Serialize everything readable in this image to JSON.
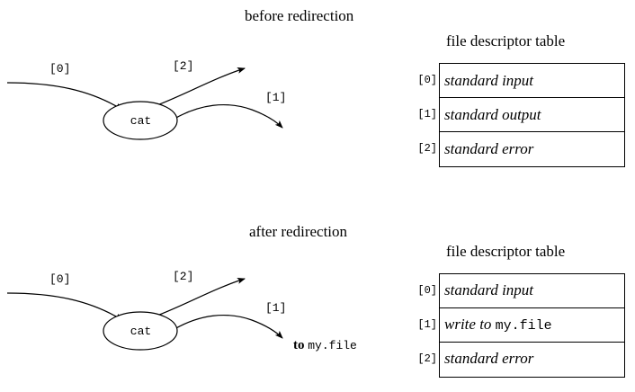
{
  "figure": {
    "title_before": "before redirection",
    "title_after": "after redirection",
    "process_name": "cat"
  },
  "fd_indices": {
    "stdin": "[0]",
    "stdout": "[1]",
    "stderr": "[2]"
  },
  "before": {
    "caption": "file descriptor table",
    "arrow_labels": {
      "stdin": "[0]",
      "stdout": "[1]",
      "stderr": "[2]"
    },
    "rows": [
      {
        "index": "[0]",
        "text": "standard input",
        "mono": ""
      },
      {
        "index": "[1]",
        "text": "standard output",
        "mono": ""
      },
      {
        "index": "[2]",
        "text": "standard error",
        "mono": ""
      }
    ]
  },
  "after": {
    "caption": "file descriptor table",
    "arrow_labels": {
      "stdin": "[0]",
      "stdout": "[1]",
      "stderr": "[2]"
    },
    "stdout_annotation_prefix": "to",
    "stdout_annotation_file": "my.file",
    "rows": [
      {
        "index": "[0]",
        "text": "standard input",
        "mono": ""
      },
      {
        "index": "[1]",
        "text": "write to ",
        "mono": "my.file"
      },
      {
        "index": "[2]",
        "text": "standard error",
        "mono": ""
      }
    ]
  },
  "colors": {
    "ink": "#000000",
    "paper": "#ffffff"
  }
}
